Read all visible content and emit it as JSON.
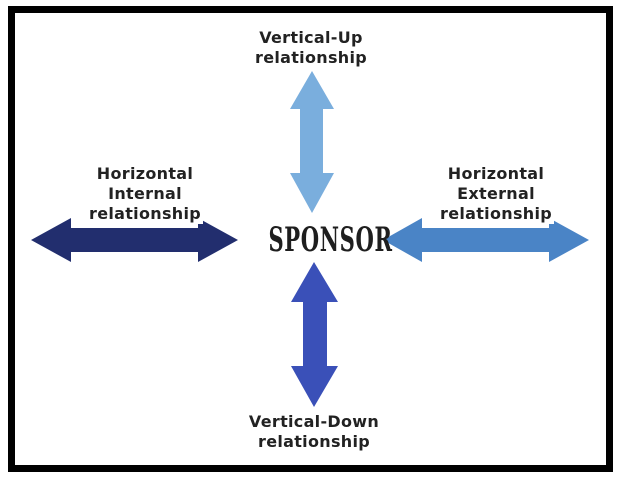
{
  "center": {
    "text": "SPONSOR"
  },
  "labels": {
    "vertical_up": [
      "Vertical-Up",
      "relationship"
    ],
    "vertical_down": [
      "Vertical-Down",
      "relationship"
    ],
    "horizontal_internal": [
      "Horizontal",
      "Internal",
      "relationship"
    ],
    "horizontal_external": [
      "Horizontal",
      "External",
      "relationship"
    ]
  },
  "colors": {
    "vertical_up": "#7aaedd",
    "vertical_down": "#3a50b8",
    "horizontal_internal": "#222e6e",
    "horizontal_external": "#4a84c6",
    "border": "#000000"
  }
}
